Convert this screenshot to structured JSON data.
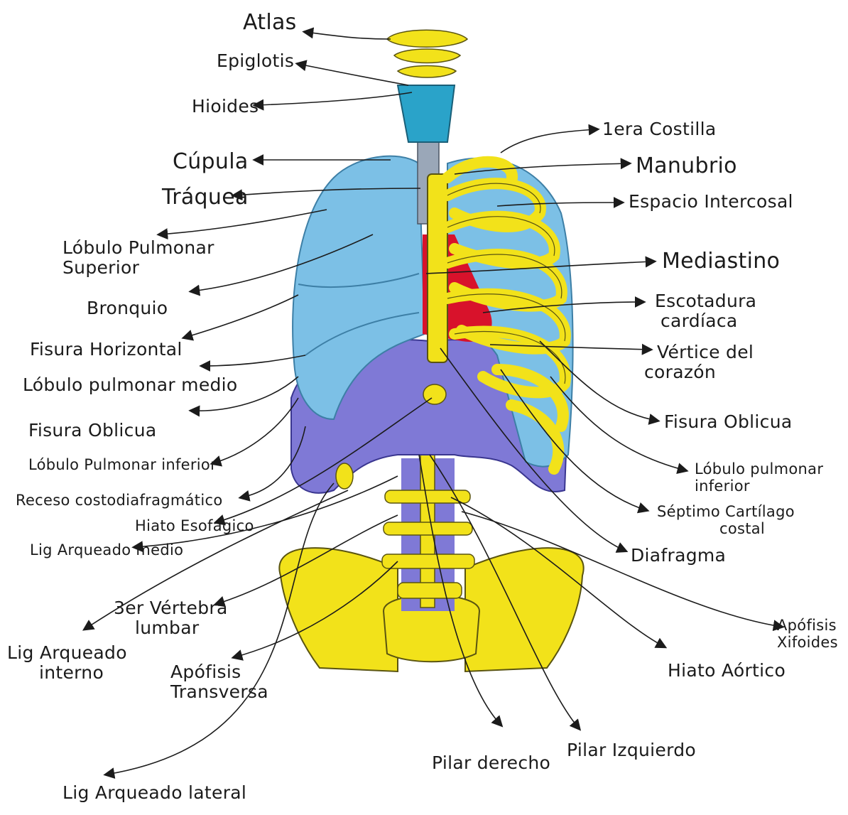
{
  "labels": {
    "atlas": "Atlas",
    "epiglotis": "Epiglotis",
    "hioides": "Hioides",
    "cupula": "Cúpula",
    "traquea": "Tráquea",
    "lobulo_superior_1": "Lóbulo Pulmonar",
    "lobulo_superior_2": "Superior",
    "bronquio": "Bronquio",
    "fisura_horizontal": "Fisura Horizontal",
    "lobulo_medio": "Lóbulo pulmonar medio",
    "fisura_oblicua_left": "Fisura Oblicua",
    "lobulo_inferior_left": "Lóbulo Pulmonar inferior",
    "receso": "Receso costodiafragmático",
    "hiato_esofagico": "Hiato Esofágico",
    "lig_medio": "Lig Arqueado medio",
    "vertebra_1": "3er Vértebra",
    "vertebra_2": "lumbar",
    "lig_interno_1": "Lig Arqueado",
    "lig_interno_2": "interno",
    "apofisis_transversa_1": "Apófisis",
    "apofisis_transversa_2": "Transversa",
    "lig_lateral": "Lig Arqueado lateral",
    "pilar_derecho": "Pilar derecho",
    "pilar_izquierdo": "Pilar Izquierdo",
    "costilla": "1era Costilla",
    "manubrio": "Manubrio",
    "espacio": "Espacio Intercosal",
    "mediastino": "Mediastino",
    "escotadura_1": "Escotadura",
    "escotadura_2": "cardíaca",
    "vertice_1": "Vértice del",
    "vertice_2": "corazón",
    "fisura_oblicua_right": "Fisura Oblicua",
    "lobulo_inferior_right_1": "Lóbulo pulmonar",
    "lobulo_inferior_right_2": "inferior",
    "septimo_1": "Séptimo Cartílago",
    "septimo_2": "costal",
    "diafragma": "Diafragma",
    "xifoides_1": "Apófisis",
    "xifoides_2": "Xifoides",
    "hiato_aortico": "Hiato Aórtico"
  },
  "colors": {
    "bone": "#f2e21a",
    "bone_outline": "#5a5410",
    "lung": "#7cc0e6",
    "lung_dark": "#3d7fa6",
    "diaphragm": "#7f79d6",
    "heart": "#d8122b",
    "trachea_blue": "#2aa3c9",
    "ink": "#1b1b1b"
  }
}
